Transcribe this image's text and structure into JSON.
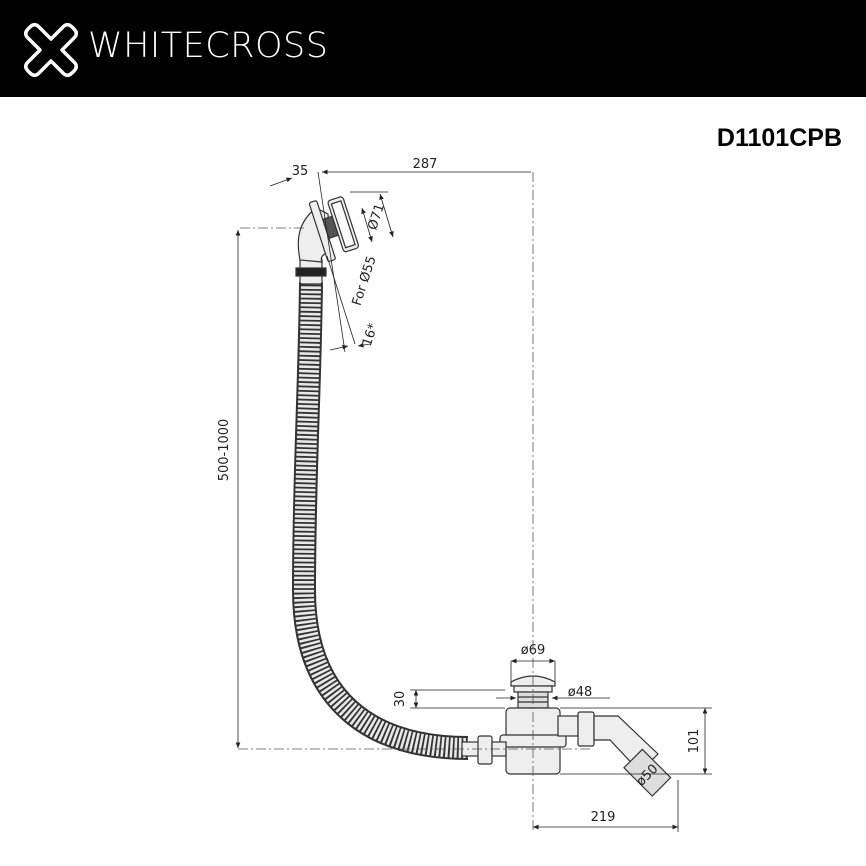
{
  "brand": {
    "name": "WHITECROSS",
    "logo_icon": "cross-outline-icon"
  },
  "model": "D1101CPB",
  "dimensions": {
    "hose_length": "500-1000",
    "horizontal_distance": "287",
    "overflow_depth": "35",
    "overflow_diameter": "Ø71",
    "overflow_hole": "For Ø55",
    "overflow_thickness": "16*",
    "cap_diameter": "ø69",
    "thread_diameter": "ø48",
    "cap_height": "30",
    "body_height": "101",
    "outlet_diameter": "ø50",
    "outlet_offset": "219"
  },
  "colors": {
    "header": "#000000",
    "line": "#333333",
    "metal": "#e6e6e6"
  }
}
